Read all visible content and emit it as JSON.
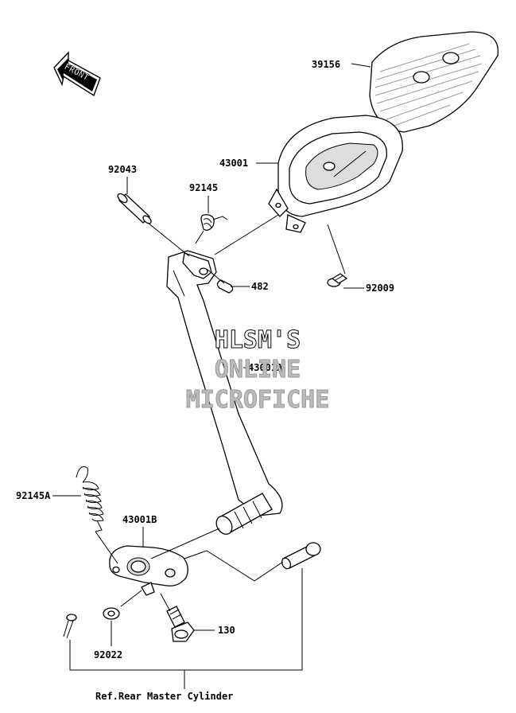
{
  "front_label": "FRONT",
  "watermark": [
    "HLSM'S",
    "ONLINE",
    "MICROFICHE"
  ],
  "parts": {
    "p39156": "39156",
    "p43001": "43001",
    "p92043": "92043",
    "p92145": "92145",
    "p482": "482",
    "p92009": "92009",
    "p43001A": "43001A",
    "p92145A": "92145A",
    "p43001B": "43001B",
    "p92022": "92022",
    "p130": "130"
  },
  "reference": "Ref.Rear Master Cylinder"
}
